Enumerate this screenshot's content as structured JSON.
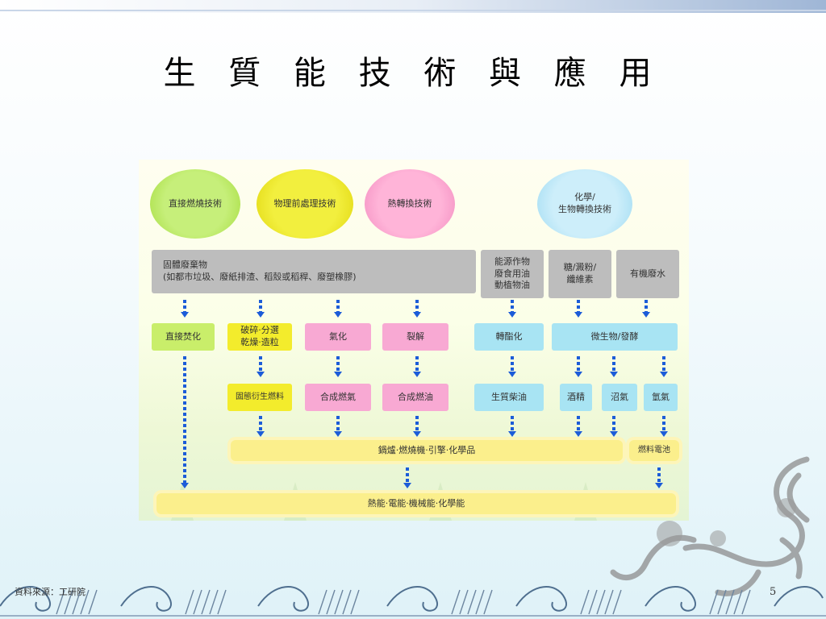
{
  "slide": {
    "title": "生 質 能 技 術 與 應 用",
    "footer_source": "資料來源：工研院",
    "page_number": "5"
  },
  "diagram": {
    "categories": [
      "直接燃燒技術",
      "物理前處理技術",
      "熱轉換技術",
      "化學/\n生物轉換技術"
    ],
    "inputs": {
      "solid_waste": "固體廢棄物\n(如都市垃圾、廢紙排渣、稻殼或稻稈、廢塑橡膠)",
      "energy_crops": "能源作物\n廢食用油\n動植物油",
      "sugar_starch": "糖/澱粉/\n纖維素",
      "wastewater": "有機廢水"
    },
    "processes": {
      "direct_burn": "直接焚化",
      "crush": "破碎·分選\n乾燥·造粒",
      "gasify": "氣化",
      "pyrolysis": "裂解",
      "transester": "轉酯化",
      "microbe": "微生物/發酵"
    },
    "products": {
      "rdf": "固態衍生燃料",
      "syngas": "合成燃氣",
      "synoil": "合成燃油",
      "biodiesel": "生質柴油",
      "alcohol": "酒精",
      "biogas": "沼氣",
      "hydrogen": "氫氣"
    },
    "uses": {
      "boiler": "鍋爐·燃燒機·引擎·化學品",
      "fuel_cell": "燃料電池"
    },
    "output": "熱能·電能·機械能·化學能"
  },
  "colors": {
    "arrow": "#1c5cd8",
    "green": "#c9ee6a",
    "yellow": "#f3ec2c",
    "pink": "#f8a9d3",
    "blue": "#a8e4f3",
    "gray": "#bdbdbd",
    "bar": "#fbef8c"
  }
}
